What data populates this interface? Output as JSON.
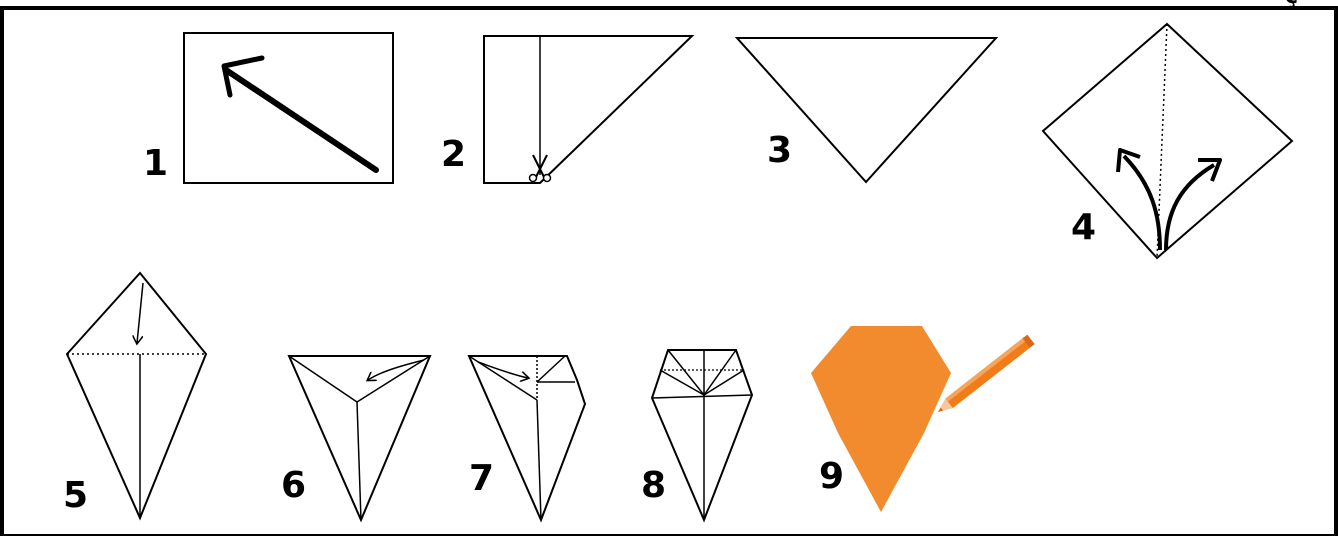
{
  "corner_text": "ç",
  "steps": [
    {
      "label": "1"
    },
    {
      "label": "2"
    },
    {
      "label": "3"
    },
    {
      "label": "4"
    },
    {
      "label": "5"
    },
    {
      "label": "6"
    },
    {
      "label": "7"
    },
    {
      "label": "8"
    },
    {
      "label": "9"
    }
  ],
  "colors": {
    "line": "#000000",
    "fill_orange": "#F28A2E",
    "pencil_orange": "#F07D1A",
    "frame": "#000000"
  },
  "icons": [
    "scissors-icon",
    "pencil-icon",
    "fold-arrow-icon"
  ]
}
